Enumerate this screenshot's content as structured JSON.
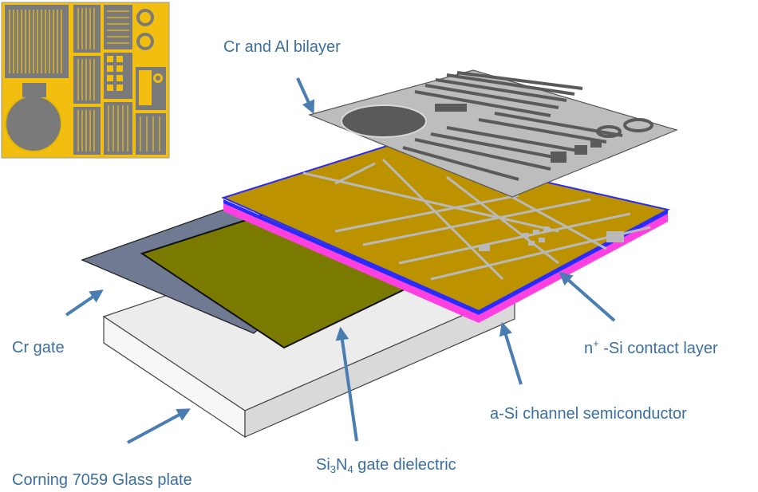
{
  "labels": {
    "cr_al_bilayer": "Cr and Al bilayer",
    "cr_gate": "Cr gate",
    "n_plus_si": {
      "prefix": "n",
      "sup": "+",
      "rest": " -Si contact layer"
    },
    "a_si": "a-Si channel semiconductor",
    "si3n4": {
      "a": "Si",
      "s1": "3",
      "b": "N",
      "s2": "4",
      "rest": " gate dielectric"
    },
    "glass": "Corning 7059 Glass plate"
  },
  "colors": {
    "glass_top": "#ececec",
    "glass_front": "#f7f7f7",
    "cr_gate": "#707a92",
    "dielectric": "#7b7a00",
    "semiconductor_edge": "#ff40e0",
    "contact_edge": "#2a2aff",
    "contact_face": "#bc9200",
    "metal_face": "#bdbdbd",
    "metal_dark": "#5a5a5a",
    "thumb_yellow": "#f2bf10",
    "thumb_gray": "#7a7a7a",
    "arrow": "#4a7db1"
  }
}
